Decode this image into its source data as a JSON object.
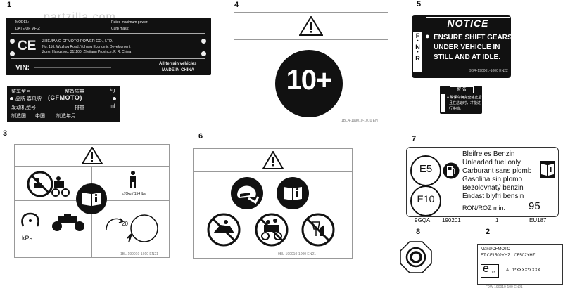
{
  "watermark": "partzilla.com",
  "callouts": [
    "1",
    "2",
    "3",
    "4",
    "5",
    "6",
    "7",
    "8"
  ],
  "label1": {
    "model_label": "MODEL:",
    "date_label": "DATE OF MFG:",
    "power_label": "Rated maximum power:",
    "curb_label": "Curb mass:",
    "ce": "CE",
    "company": "ZHEJIANG CFMOTO POWER CO., LTD.",
    "address1": "No. 116, Wuzhou Road, Yuhang Economic Development",
    "address2": "Zone, Hangzhou, 311100, Zhejiang Province, P. R. China",
    "vin": "VIN:",
    "tagline1": "All terrain vehicles",
    "tagline2": "MADE IN CHINA"
  },
  "label1b": {
    "row1_a": "整车型号",
    "row1_b": "整备质量",
    "row1_unit": "kg",
    "brand_prefix": "品牌 春风牌",
    "brand": "CFMOTO",
    "row3_a": "发动机型号",
    "row3_b": "排量",
    "row3_unit": "ml",
    "row4_a": "制造国",
    "row4_b": "中国",
    "row4_c": "制造年月"
  },
  "label4": {
    "age": "10+",
    "code": "1BLA-199010-1010 EN"
  },
  "label5": {
    "title": "NOTICE",
    "gears": [
      "F",
      "N",
      "R"
    ],
    "line1": "ENSURE SHIFT GEARS",
    "line2": "UNDER VEHICLE IN",
    "line3": "STILL AND AT IDLE.",
    "code": "9BR-190001-1000 EN22",
    "cn_title": "警 告",
    "cn_line1": "● 确保车辆完全静止后",
    "cn_line2": "且在怠速时，才能进",
    "cn_line3": "行换档。"
  },
  "label3": {
    "weight": "≤70kg / 154 lbs",
    "kpa": "kPa",
    "speed": "20",
    "code": "1BL-199010-1010 EN21"
  },
  "label6": {
    "code": "9BL-190010-1000 EN21"
  },
  "label7": {
    "e5": "E5",
    "e10": "E10",
    "lines": [
      "Bleifreies Benzin",
      "Unleaded fuel only",
      "Carburant sans plomb",
      "Gasolina sin plomo",
      "Bezolovnatý benzin",
      "Endast blyfri bensin"
    ],
    "ron_label": "RON/ROZ min.",
    "ron_value": "95",
    "code_a": "9GQA",
    "code_b": "190201",
    "code_c": "1",
    "code_d": "EU187"
  },
  "label2": {
    "make": "Make/CFMOTO",
    "type": "ET:CF1502YHZ · CF502YHZ",
    "e": "e",
    "e_num": "13",
    "approval": "AT 1*XXXX*XXXX",
    "code": "F9W-190010-100 EN21"
  }
}
